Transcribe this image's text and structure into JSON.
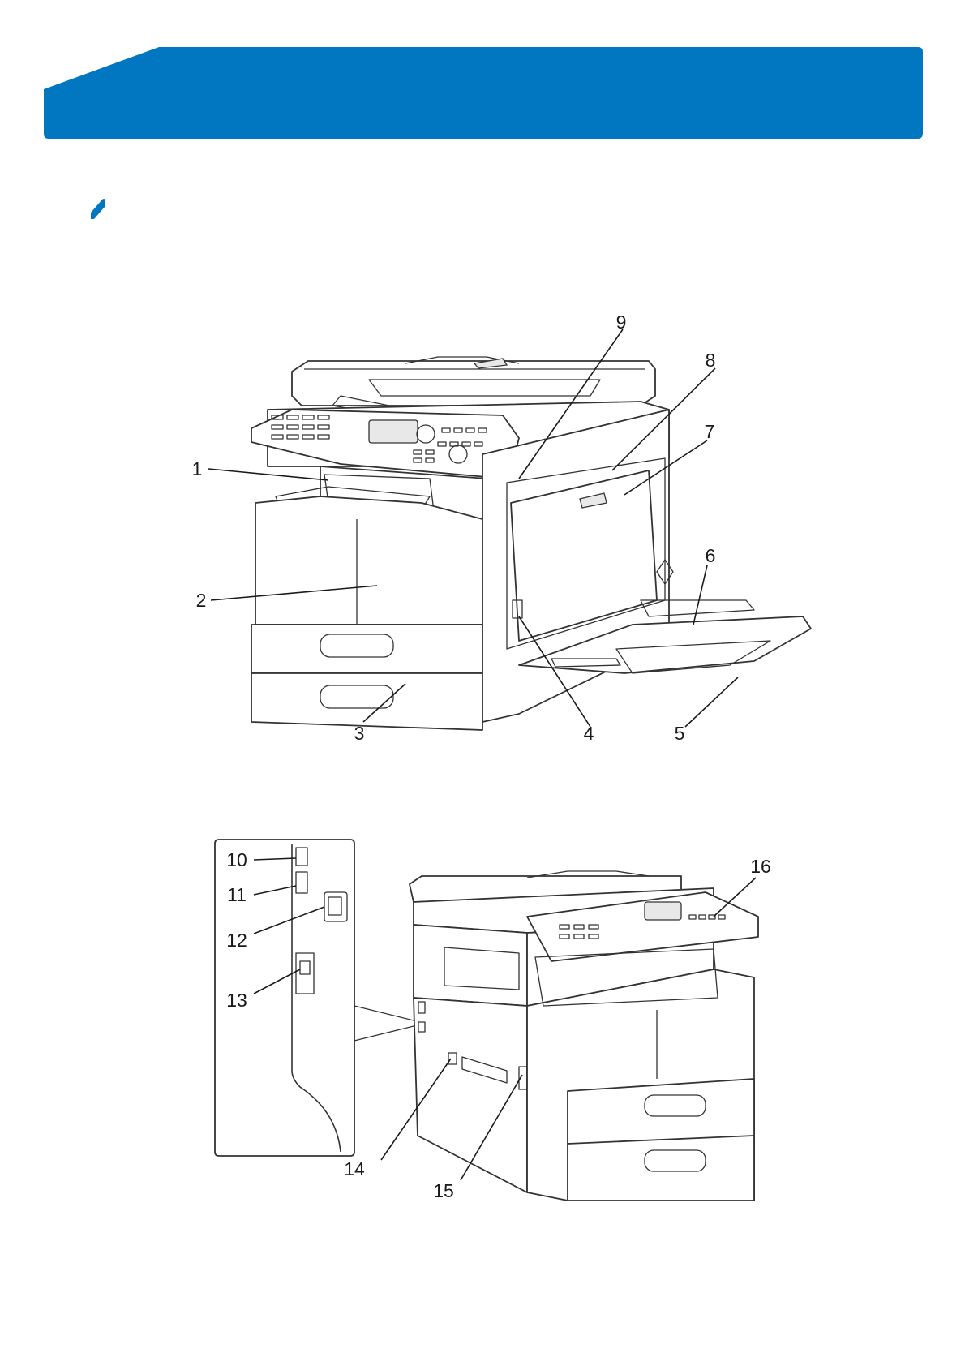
{
  "header": {
    "color": "#0077c0"
  },
  "front_view": {
    "callouts": [
      {
        "id": "1",
        "label": "1"
      },
      {
        "id": "2",
        "label": "2"
      },
      {
        "id": "3",
        "label": "3"
      },
      {
        "id": "4",
        "label": "4"
      },
      {
        "id": "5",
        "label": "5"
      },
      {
        "id": "6",
        "label": "6"
      },
      {
        "id": "7",
        "label": "7"
      },
      {
        "id": "8",
        "label": "8"
      },
      {
        "id": "9",
        "label": "9"
      }
    ]
  },
  "rear_view": {
    "callouts": [
      {
        "id": "10",
        "label": "10"
      },
      {
        "id": "11",
        "label": "11"
      },
      {
        "id": "12",
        "label": "12"
      },
      {
        "id": "13",
        "label": "13"
      },
      {
        "id": "14",
        "label": "14"
      },
      {
        "id": "15",
        "label": "15"
      },
      {
        "id": "16",
        "label": "16"
      }
    ]
  }
}
